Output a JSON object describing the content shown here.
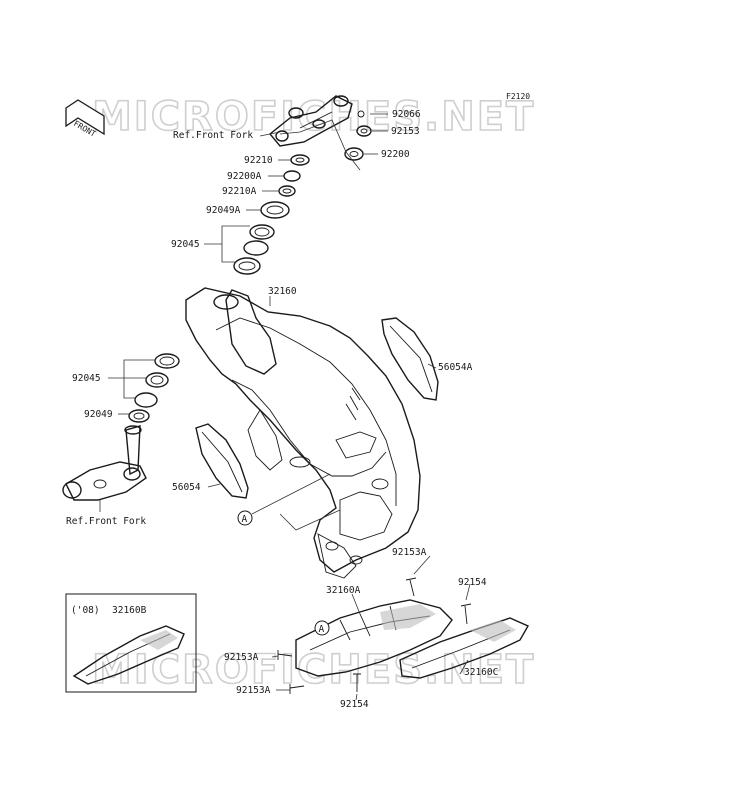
{
  "diagram": {
    "code": "F2120",
    "front_arrow": "FRONT",
    "watermark": "MICROFICHES.NET",
    "ref_front_fork": "Ref.Front Fork",
    "callout_a": "A",
    "inset_year": "('08)",
    "labels": {
      "p92066": "92066",
      "p92153": "92153",
      "p92200": "92200",
      "p92210": "92210",
      "p92200A": "92200A",
      "p92210A": "92210A",
      "p92049A": "92049A",
      "p92045_top": "92045",
      "p32160": "32160",
      "p56054A": "56054A",
      "p92045_mid": "92045",
      "p92049": "92049",
      "p56054": "56054",
      "p92153A_top": "92153A",
      "p92154_top": "92154",
      "p32160A": "32160A",
      "p32160B": "32160B",
      "p92153A_left1": "92153A",
      "p92153A_left2": "92153A",
      "p32160C": "32160C",
      "p92154_bottom": "92154"
    }
  }
}
